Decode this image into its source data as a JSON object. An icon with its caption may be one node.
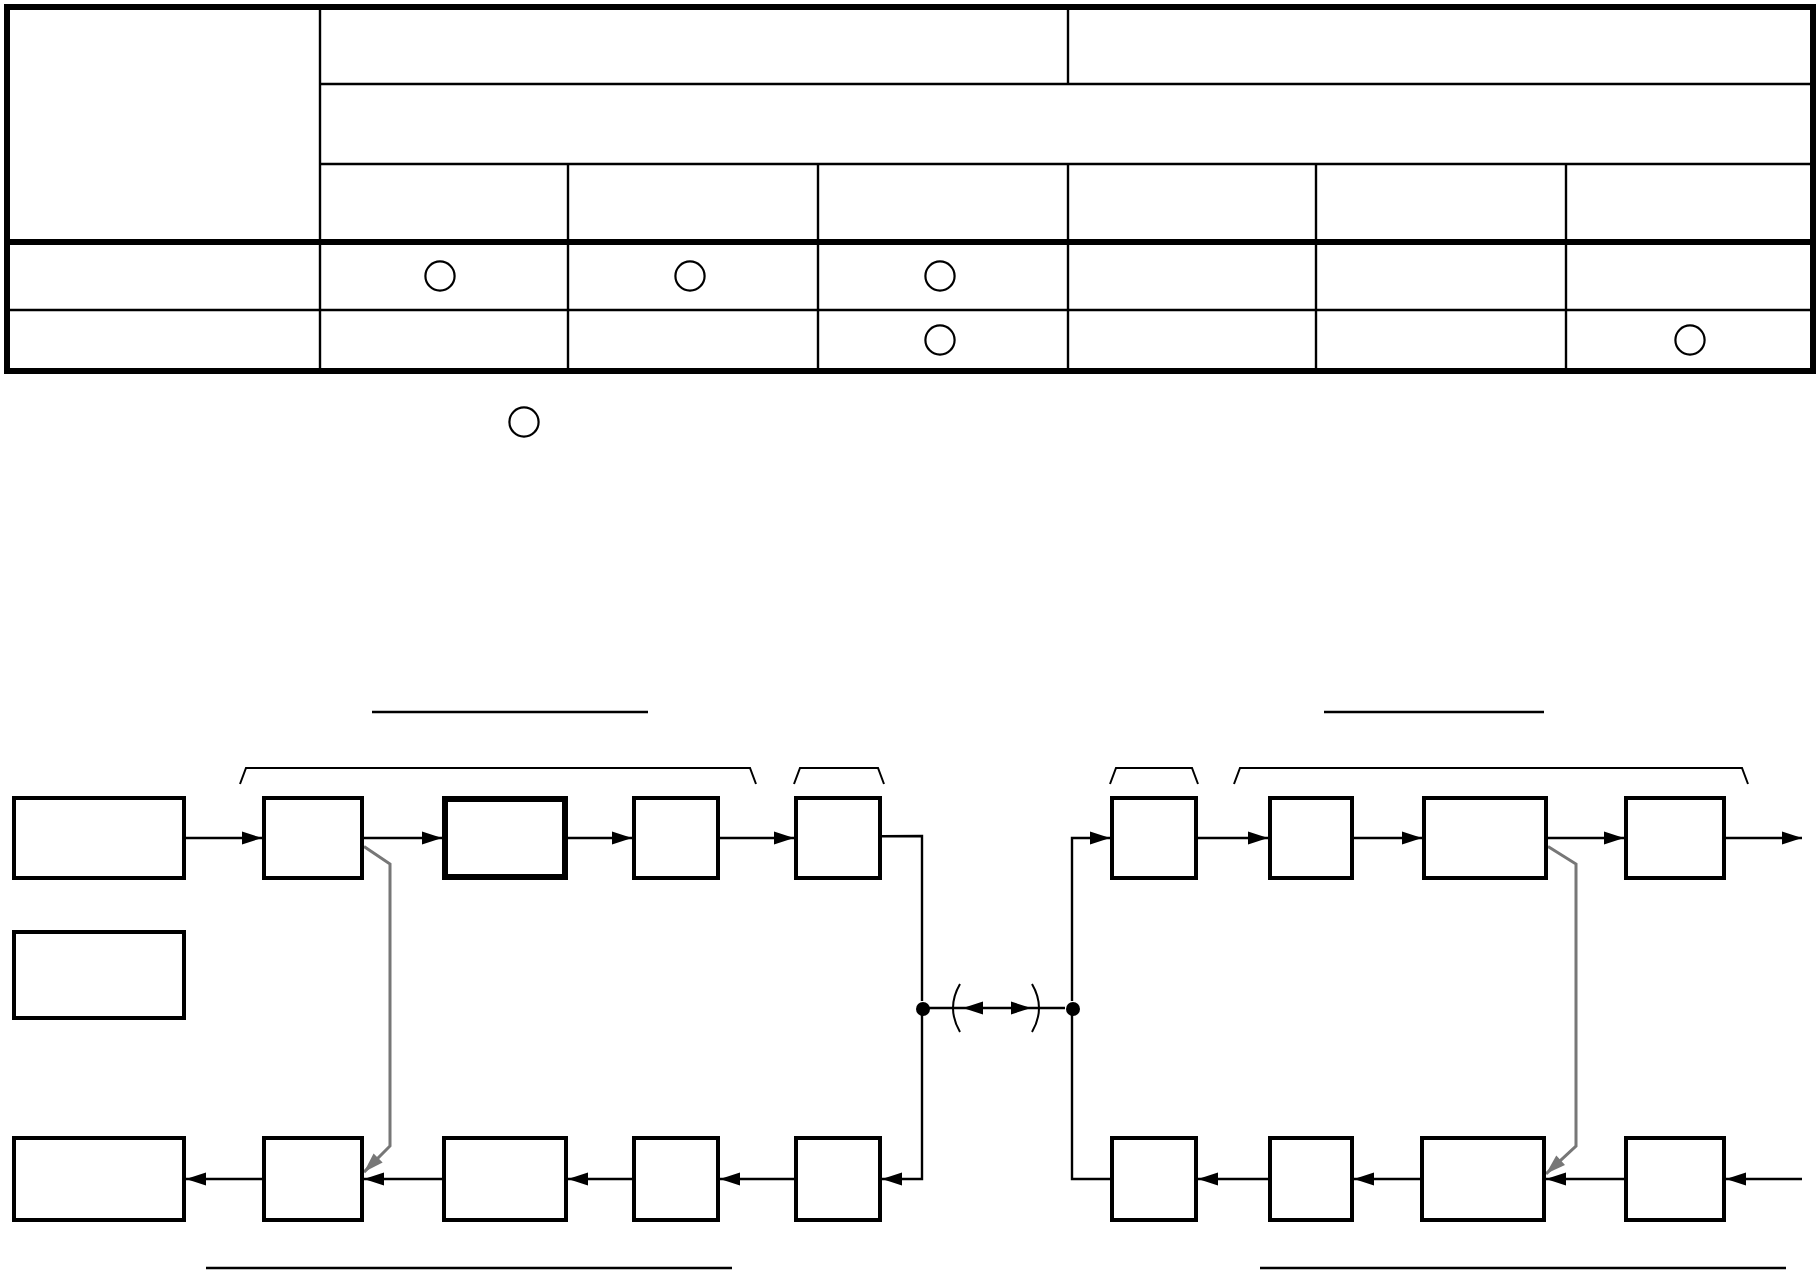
{
  "diagram": {
    "nodes": [
      {
        "text": [],
        "shape": "box"
      },
      {
        "text": [],
        "shape": "box"
      },
      {
        "text": [],
        "shape": "box"
      },
      {
        "text": [],
        "shape": "box"
      },
      {
        "text": [],
        "shape": "box"
      },
      {
        "text": [],
        "shape": "box"
      },
      {
        "text": [],
        "shape": "box"
      },
      {
        "text": [],
        "shape": "box"
      },
      {
        "text": [],
        "shape": "box"
      },
      {
        "text": [],
        "shape": "box"
      },
      {
        "text": [],
        "shape": "dot"
      },
      {
        "text": [],
        "shape": "dot"
      },
      {
        "text": [],
        "shape": "box"
      },
      {
        "text": [],
        "shape": "box"
      },
      {
        "text": [],
        "shape": "box"
      },
      {
        "text": [],
        "shape": "box"
      },
      {
        "text": [],
        "shape": "box"
      },
      {
        "text": [],
        "shape": "box"
      },
      {
        "text": [],
        "shape": "box"
      },
      {
        "text": [],
        "shape": "box"
      },
      {
        "text": [],
        "shape": "box"
      }
    ],
    "edges": [
      {
        "from": 0,
        "to": 1,
        "arrow": "to"
      },
      {
        "from": 1,
        "to": 2,
        "arrow": "to"
      },
      {
        "from": 2,
        "to": 3,
        "arrow": "to"
      },
      {
        "from": 3,
        "to": 4,
        "arrow": "to"
      },
      {
        "from": 4,
        "to": 10,
        "arrow": "none"
      },
      {
        "from": 10,
        "to": 16,
        "arrow": "to"
      },
      {
        "from": 10,
        "to": 11,
        "arrow": "both"
      },
      {
        "from": 17,
        "to": 11,
        "arrow": "none"
      },
      {
        "from": 11,
        "to": 5,
        "arrow": "to"
      },
      {
        "from": 5,
        "to": 6,
        "arrow": "to"
      },
      {
        "from": 6,
        "to": 7,
        "arrow": "to"
      },
      {
        "from": 7,
        "to": 8,
        "arrow": "to"
      },
      {
        "from": 8,
        "to": null,
        "arrow": "to"
      },
      {
        "from": null,
        "to": 20,
        "arrow": "to"
      },
      {
        "from": 20,
        "to": 19,
        "arrow": "to"
      },
      {
        "from": 19,
        "to": 18,
        "arrow": "to"
      },
      {
        "from": 18,
        "to": 17,
        "arrow": "to"
      },
      {
        "from": 16,
        "to": 15,
        "arrow": "to"
      },
      {
        "from": 15,
        "to": 14,
        "arrow": "to"
      },
      {
        "from": 14,
        "to": 13,
        "arrow": "to"
      },
      {
        "from": 13,
        "to": 12,
        "arrow": "to"
      },
      {
        "from": 1,
        "to": 13,
        "arrow": "to",
        "color": "#777777"
      },
      {
        "from": 7,
        "to": 19,
        "arrow": "to",
        "color": "#777777"
      }
    ]
  }
}
